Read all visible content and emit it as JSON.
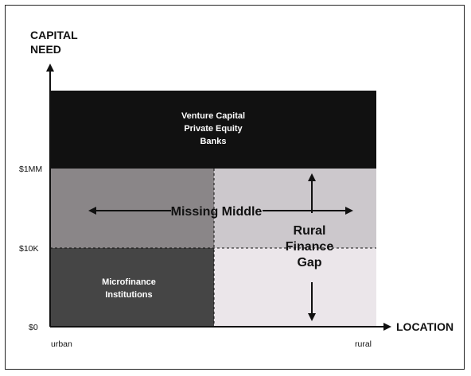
{
  "diagram": {
    "y_axis_label_line1": "CAPITAL",
    "y_axis_label_line2": "NEED",
    "x_axis_label": "LOCATION",
    "y_ticks": [
      "$1MM",
      "$10K",
      "$0"
    ],
    "x_ticks": [
      "urban",
      "rural"
    ],
    "top_band": {
      "lines": [
        "Venture Capital",
        "Private Equity",
        "Banks"
      ],
      "color": "#111111"
    },
    "missing_middle": {
      "label": "Missing Middle",
      "left_color": "#8a8688",
      "right_color": "#ccc8cc"
    },
    "bottom_left": {
      "lines": [
        "Microfinance",
        "Institutions"
      ],
      "color": "#454545"
    },
    "bottom_right": {
      "color": "#ebe6ea"
    },
    "rural_gap": {
      "lines": [
        "Rural",
        "Finance",
        "Gap"
      ]
    }
  }
}
